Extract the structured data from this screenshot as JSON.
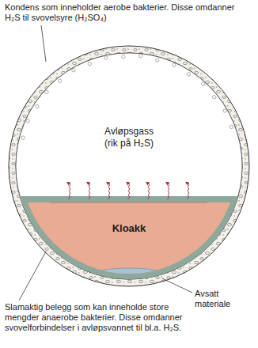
{
  "diagram": {
    "labels": [
      "Kondens som inneholder aerobe bakterier. Disse omdanner H₂S til svovelsyre (H₂SO₄)",
      "Avløpsgass",
      "(rik på H₂S)",
      "Kloakk",
      "Avsatt materiale",
      "Slamaktig belegg som kan inneholde store mengder anaerobe bakterier. Disse omdanner svovelforbindelser i avløpsvannet til bl.a. H₂S."
    ]
  }
}
